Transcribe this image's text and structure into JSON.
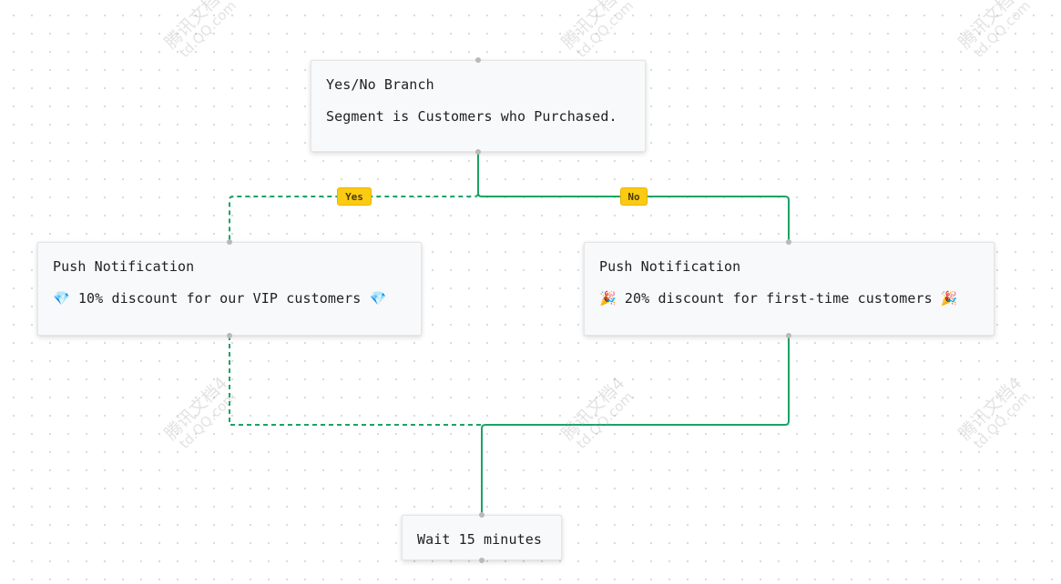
{
  "nodes": {
    "branch": {
      "title": "Yes/No Branch",
      "body": "Segment is Customers who Purchased."
    },
    "push_vip": {
      "title": "Push Notification",
      "emoji": "💎",
      "text": "10% discount for our VIP customers"
    },
    "push_first": {
      "title": "Push Notification",
      "emoji": "🎉",
      "text": "20% discount for first-time customers"
    },
    "wait": {
      "title": "Wait 15 minutes"
    }
  },
  "branch_labels": {
    "yes": "Yes",
    "no": "No"
  },
  "colors": {
    "connector": "#1aa364",
    "badge": "#fbcb14",
    "port": "#b9b9b9"
  },
  "watermark": {
    "cn": "腾讯文档4",
    "url": "td.QQ.com"
  }
}
